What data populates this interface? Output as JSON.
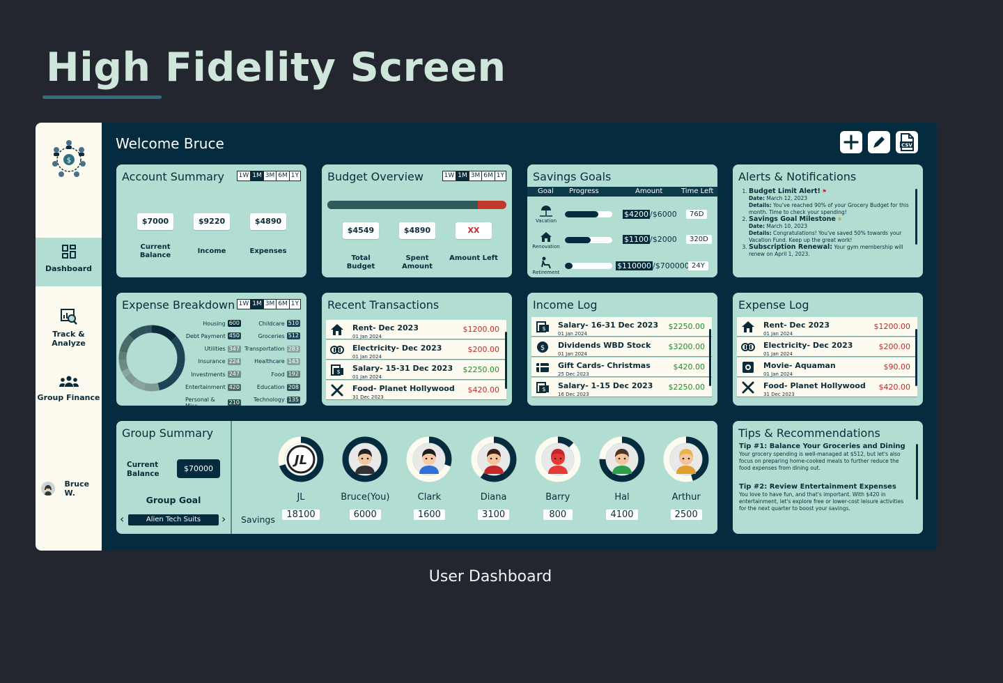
{
  "page": {
    "title": "High Fidelity Screen",
    "caption": "User Dashboard"
  },
  "header": {
    "welcome": "Welcome Bruce",
    "actions": [
      "add",
      "edit",
      "export-csv"
    ],
    "csv_label": "CSV"
  },
  "sidebar": {
    "items": [
      {
        "label": "Dashboard",
        "icon": "dashboard-icon",
        "active": true
      },
      {
        "label": "Track & Analyze",
        "icon": "analyze-icon"
      },
      {
        "label": "Group Finance",
        "icon": "group-icon"
      }
    ],
    "user": "Bruce W."
  },
  "ranges": [
    "1W",
    "1M",
    "3M",
    "6M",
    "1Y"
  ],
  "selected_range": "1M",
  "account_summary": {
    "title": "Account Summary",
    "balance": "$7000",
    "balance_label": "Current Balance",
    "income": "$9220",
    "income_label": "Income",
    "expenses": "$4890",
    "expenses_label": "Expenses"
  },
  "budget_overview": {
    "title": "Budget Overview",
    "spent_fraction": 0.84,
    "total": "$4549",
    "total_label": "Total Budget",
    "spent": "$4890",
    "spent_label": "Spent Amount",
    "left": "XX",
    "left_label": "Amount Left"
  },
  "savings_goals": {
    "title": "Savings Goals",
    "headers": {
      "goal": "Goal",
      "progress": "Progress",
      "amount": "Amount",
      "time": "Time Left"
    },
    "rows": [
      {
        "label": "Vacation",
        "progress": 0.7,
        "saved": "$4200",
        "target": "/$6000",
        "time": "76D"
      },
      {
        "label": "Renovation",
        "progress": 0.55,
        "saved": "$1100",
        "target": "/$2000",
        "time": "320D"
      },
      {
        "label": "Retirement",
        "progress": 0.16,
        "saved": "$110000",
        "target": "/$700000",
        "time": "24Y"
      }
    ]
  },
  "alerts": {
    "title": "Alerts & Notifications",
    "items": [
      {
        "heading": "Budget Limit Alert!",
        "l1k": "Date:",
        "l1v": " March 12, 2023",
        "l2k": "Details:",
        "l2v": " You've reached 90% of your Grocery Budget for this month. Time to check your spending!"
      },
      {
        "heading": "Savings Goal Milestone",
        "l1k": "Date:",
        "l1v": " March 10, 2023",
        "l2k": "Details:",
        "l2v": " Congratulations! You've saved 50% towards your Vacation Fund. Keep up the great work!"
      },
      {
        "heading": "Subscription Renewal:",
        "inline": " Your gym membership will renew on April 1, 2023."
      }
    ]
  },
  "expense_breakdown": {
    "title": "Expense Breakdown",
    "left": [
      {
        "name": "Housing",
        "value": "600",
        "color": "#0b2b3a"
      },
      {
        "name": "Debt Payment",
        "value": "450",
        "color": "#1c4454"
      },
      {
        "name": "Utilities",
        "value": "347",
        "color": "#7e9a93"
      },
      {
        "name": "Insurance",
        "value": "224",
        "color": "#7e9a93"
      },
      {
        "name": "Investments",
        "value": "247",
        "color": "#6d8b84"
      },
      {
        "name": "Entertainment",
        "value": "420",
        "color": "#4b6b68"
      },
      {
        "name": "Personal & Misc",
        "value": "210",
        "color": "#2d5059"
      }
    ],
    "right": [
      {
        "name": "Childcare",
        "value": "510",
        "color": "#1c4454"
      },
      {
        "name": "Groceries",
        "value": "512",
        "color": "#1c4454"
      },
      {
        "name": "Transportation",
        "value": "283",
        "color": "#8aa59e"
      },
      {
        "name": "Healthcare",
        "value": "143",
        "color": "#8aa59e"
      },
      {
        "name": "Food",
        "value": "192",
        "color": "#5f7f7a"
      },
      {
        "name": "Education",
        "value": "208",
        "color": "#2d5059"
      },
      {
        "name": "Technology",
        "value": "135",
        "color": "#2d5059"
      }
    ]
  },
  "recent_transactions": {
    "title": "Recent Transactions",
    "rows": [
      {
        "icon": "house-icon",
        "name": "Rent- Dec 2023",
        "date": "01 Jan 2024",
        "amount": "$1200.00",
        "type": "expense"
      },
      {
        "icon": "electricity-icon",
        "name": "Electricity- Dec 2023",
        "date": "01 Jan 2024",
        "amount": "$200.00",
        "type": "expense"
      },
      {
        "icon": "salary-icon",
        "name": "Salary- 15-31 Dec 2023",
        "date": "01 Jan 2024",
        "amount": "$2250.00",
        "type": "income"
      },
      {
        "icon": "food-icon",
        "name": "Food- Planet Hollywood",
        "date": "31 Dec 2023",
        "amount": "$420.00",
        "type": "expense"
      }
    ]
  },
  "income_log": {
    "title": "Income Log",
    "rows": [
      {
        "icon": "salary-icon",
        "name": "Salary- 16-31 Dec 2023",
        "date": "01 Jan 2024",
        "amount": "$2250.00"
      },
      {
        "icon": "dividend-icon",
        "name": "Dividends WBD Stock",
        "date": "01 Jan 2024",
        "amount": "$3200.00"
      },
      {
        "icon": "gift-card-icon",
        "name": "Gift Cards- Christmas",
        "date": "25 Dec 2023",
        "amount": "$420.00"
      },
      {
        "icon": "salary-icon",
        "name": "Salary- 1-15 Dec 2023",
        "date": "16 Dec 2023",
        "amount": "$2250.00"
      }
    ]
  },
  "expense_log": {
    "title": "Expense Log",
    "rows": [
      {
        "icon": "house-icon",
        "name": "Rent- Dec 2023",
        "date": "01 Jan 2024",
        "amount": "$1200.00"
      },
      {
        "icon": "electricity-icon",
        "name": "Electricity- Dec 2023",
        "date": "01 Jan 2024",
        "amount": "$200.00"
      },
      {
        "icon": "movie-icon",
        "name": "Movie- Aquaman",
        "date": "01 Jan 2024",
        "amount": "$90.00"
      },
      {
        "icon": "food-icon",
        "name": "Food- Planet Hollywood",
        "date": "31 Dec 2023",
        "amount": "$420.00"
      }
    ]
  },
  "group_summary": {
    "title": "Group Summary",
    "balance_label": "Current Balance",
    "balance": "$70000",
    "goal_label": "Group Goal",
    "goal_value": "Alien Tech Suits",
    "savings_label": "Savings",
    "members": [
      {
        "name": "JL",
        "savings": "18100",
        "progress": 0.7,
        "skin": "#e0e0e0",
        "hair": "#111111",
        "suit": "#555555"
      },
      {
        "name": "Bruce(You)",
        "savings": "6000",
        "progress": 1.0,
        "skin": "#f0c8a0",
        "hair": "#222222",
        "suit": "#333333"
      },
      {
        "name": "Clark",
        "savings": "1600",
        "progress": 0.3,
        "skin": "#f6c9a4",
        "hair": "#1d1d1d",
        "suit": "#2f6fd6"
      },
      {
        "name": "Diana",
        "savings": "3100",
        "progress": 0.6,
        "skin": "#f3c39b",
        "hair": "#3a2418",
        "suit": "#c62828"
      },
      {
        "name": "Barry",
        "savings": "800",
        "progress": 0.12,
        "skin": "#e53935",
        "hair": "#c62828",
        "suit": "#e53935"
      },
      {
        "name": "Hal",
        "savings": "4100",
        "progress": 0.75,
        "skin": "#f3c39b",
        "hair": "#4a3526",
        "suit": "#2e9e4f"
      },
      {
        "name": "Arthur",
        "savings": "2500",
        "progress": 0.45,
        "skin": "#f3c39b",
        "hair": "#e6b64a",
        "suit": "#e0a030"
      }
    ]
  },
  "tips": {
    "title": "Tips & Recommendations",
    "items": [
      {
        "heading": "Tip #1: Balance Your Groceries and Dining",
        "body": "Your grocery spending is well-managed at $512, but let's also focus on preparing home-cooked meals to further reduce the food expenses from dining out."
      },
      {
        "heading": "Tip #2: Review Entertainment Expenses",
        "body": "You love to have fun, and that's important. With $420 in entertainment, let's explore free or lower-cost leisure activities for the next quarter to boost your savings."
      }
    ]
  },
  "colors": {
    "accent": "#042c3e",
    "card": "#b2ddd2",
    "expense": "#c2272d",
    "income": "#1f8a2c",
    "budget_over": "#c0392b",
    "budget_base": "#2f5a5c"
  }
}
